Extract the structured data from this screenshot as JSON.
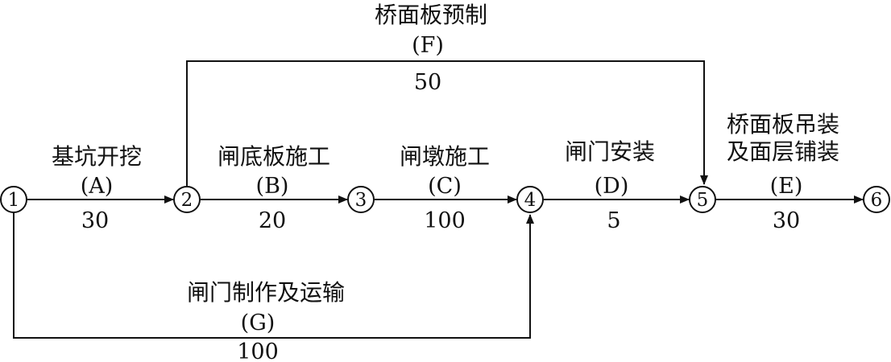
{
  "nodes": [
    {
      "id": "1",
      "label": "1"
    },
    {
      "id": "2",
      "label": "2"
    },
    {
      "id": "3",
      "label": "3"
    },
    {
      "id": "4",
      "label": "4"
    },
    {
      "id": "5",
      "label": "5"
    },
    {
      "id": "6",
      "label": "6"
    }
  ],
  "activities": [
    {
      "code": "(A)",
      "name": "基坑开挖",
      "duration": "30",
      "from": "1",
      "to": "2"
    },
    {
      "code": "(B)",
      "name": "闸底板施工",
      "duration": "20",
      "from": "2",
      "to": "3"
    },
    {
      "code": "(C)",
      "name": "闸墩施工",
      "duration": "100",
      "from": "3",
      "to": "4"
    },
    {
      "code": "(D)",
      "name": "闸门安装",
      "duration": "5",
      "from": "4",
      "to": "5"
    },
    {
      "code": "(E)",
      "name": [
        "桥面板吊装",
        "及面层铺装"
      ],
      "duration": "30",
      "from": "5",
      "to": "6"
    },
    {
      "code": "(F)",
      "name": "桥面板预制",
      "duration": "50",
      "from": "2",
      "to": "5"
    },
    {
      "code": "(G)",
      "name": "闸门制作及运输",
      "duration": "100",
      "from": "1",
      "to": "4"
    }
  ],
  "colors": {
    "line": "#111111",
    "background": "#ffffff"
  }
}
